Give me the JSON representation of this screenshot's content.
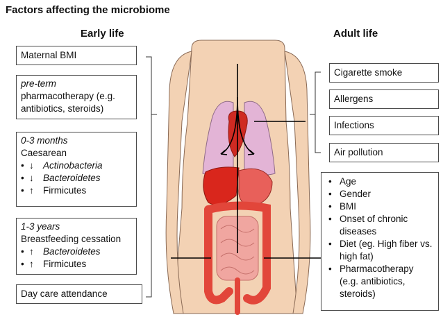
{
  "title": "Factors affecting the microbiome",
  "early": {
    "heading": "Early life",
    "maternal_bmi": "Maternal BMI",
    "preterm": {
      "label": "pre-term",
      "line1": "pharmacotherapy (e.g.",
      "line2": "antibiotics, steroids)"
    },
    "months": {
      "label": "0-3 months",
      "line1": "Caesarean",
      "items": [
        {
          "arrow": "↓",
          "text": "Actinobacteria",
          "italic": true
        },
        {
          "arrow": "↓",
          "text": "Bacteroidetes",
          "italic": true
        },
        {
          "arrow": "↑",
          "text": "Firmicutes",
          "italic": false
        }
      ]
    },
    "years": {
      "label": "1-3 years",
      "line1": "Breastfeeding cessation",
      "items": [
        {
          "arrow": "↑",
          "text": "Bacteroidetes",
          "italic": true
        },
        {
          "arrow": "↑",
          "text": "Firmicutes",
          "italic": false
        }
      ]
    },
    "daycare": "Day care attendance"
  },
  "adult": {
    "heading": "Adult life",
    "env": [
      "Cigarette smoke",
      "Allergens",
      "Infections",
      "Air pollution"
    ],
    "host": [
      "Age",
      "Gender",
      "BMI",
      "Onset of chronic diseases",
      "Diet (eg. High fiber vs. high fat)",
      "Pharmacotherapy (e.g. antibiotics, steroids)"
    ]
  },
  "colors": {
    "skin": "#f3d2b4",
    "skin_outline": "#8a6a55",
    "lung": "#e3b4d6",
    "liver": "#d9261c",
    "intestine": "#e2463a",
    "small_intestine": "#f0a6a0",
    "stomach": "#e8605a"
  }
}
